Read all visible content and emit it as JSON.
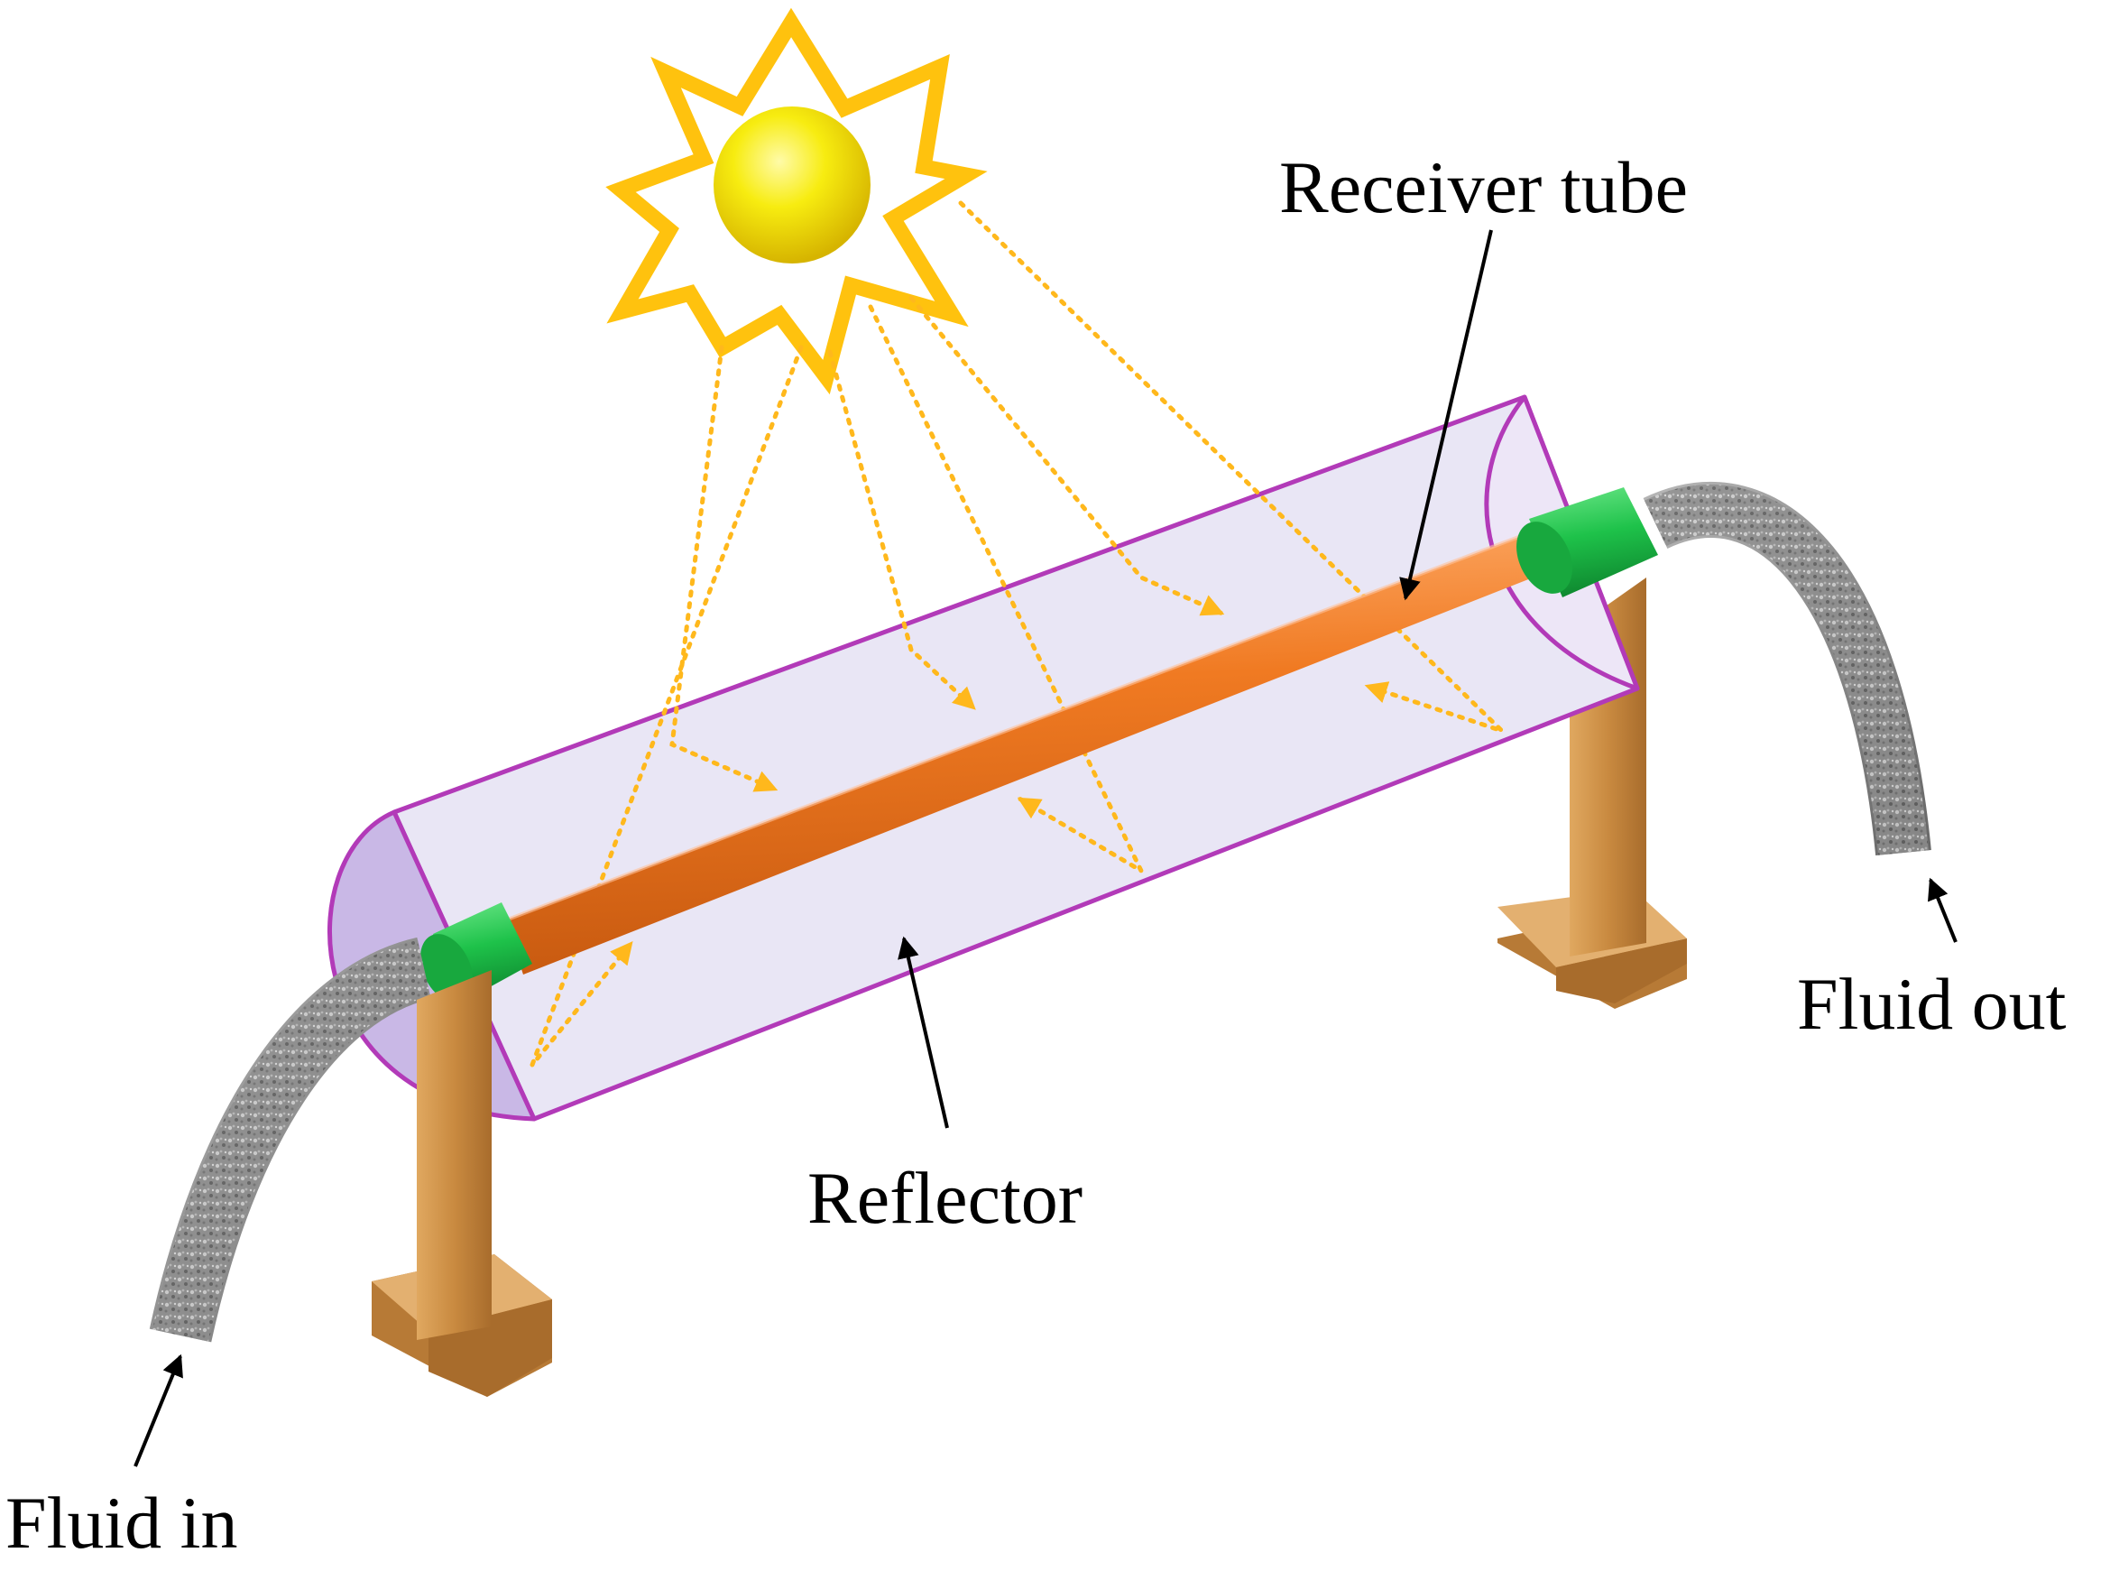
{
  "labels": {
    "receiver_tube": "Receiver tube",
    "reflector": "Reflector",
    "fluid_in": "Fluid in",
    "fluid_out": "Fluid out"
  },
  "colors": {
    "sun_core": "#f5e400",
    "sun_rays": "#ffc20e",
    "light_rays": "#ffb81c",
    "reflector_edge": "#b23ab8",
    "reflector_fill": "#e9e6f5",
    "end_cap_fill": "#c9b8e6",
    "receiver_tube": "#f07a22",
    "end_fitting": "#1ec24a",
    "support_wood": "#c98a40",
    "hose": "#8a8a8a",
    "arrow": "#000000"
  }
}
